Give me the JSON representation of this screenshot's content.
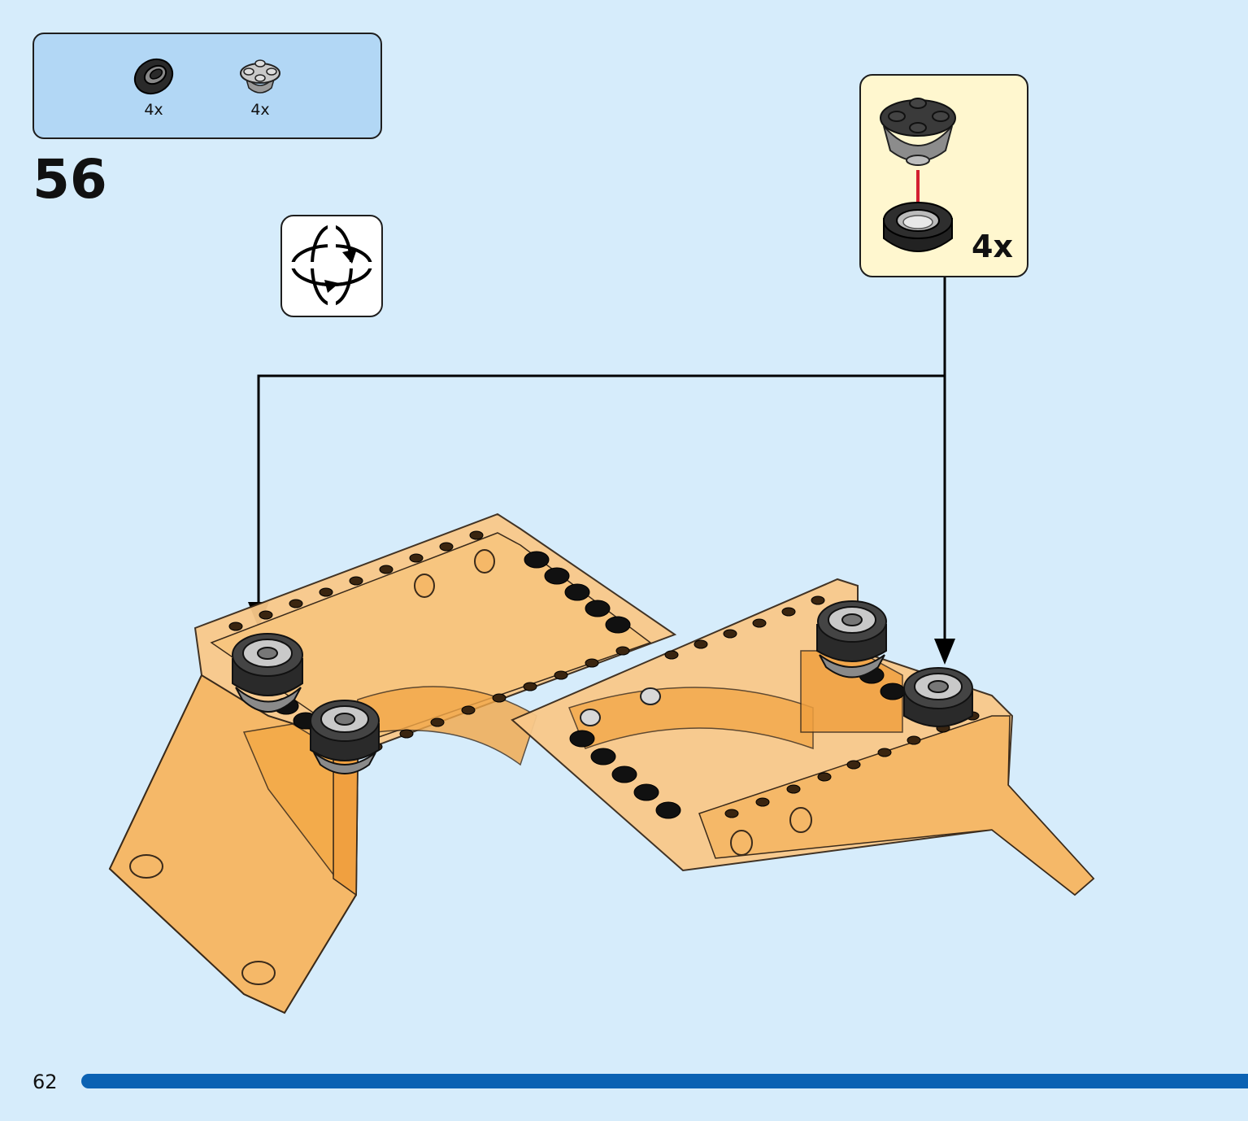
{
  "step": {
    "number": "56"
  },
  "parts_list": [
    {
      "icon": "black-tire-icon",
      "qty": "4x"
    },
    {
      "icon": "light-gray-round-plate-icon",
      "qty": "4x"
    }
  ],
  "subassembly": {
    "qty": "4x"
  },
  "page": {
    "number": "62"
  },
  "colors": {
    "background": "#d6ecfb",
    "parts_box": "#b2d7f5",
    "subassembly_box": "#fff7cf",
    "model_orange": "#f5a54a",
    "progress_bar": "#0b62b3",
    "arrow_red": "#d32030"
  }
}
